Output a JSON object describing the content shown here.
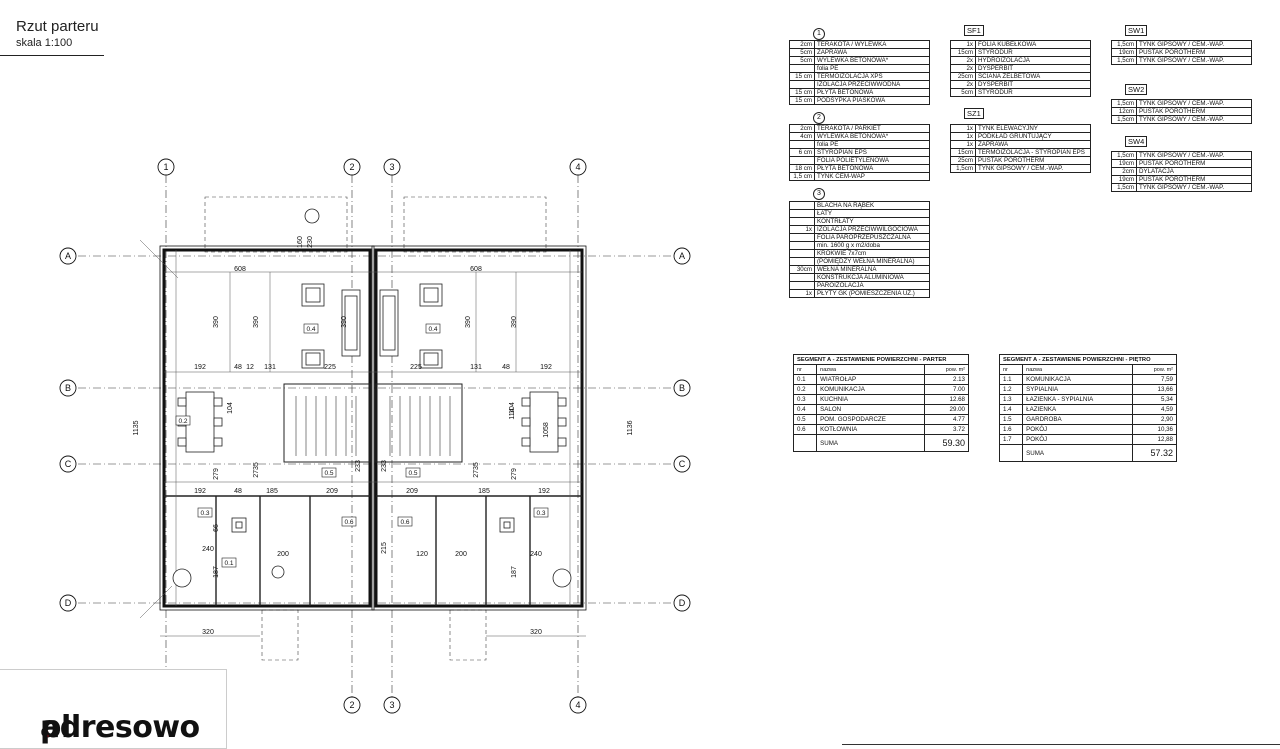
{
  "title": {
    "main": "Rzut parteru",
    "scale": "skala 1:100"
  },
  "logo": {
    "brand": "adresowo",
    "dot": ".",
    "tld": "pl"
  },
  "axes": {
    "letters": [
      "A",
      "B",
      "C",
      "D"
    ],
    "numbers": [
      "1",
      "2",
      "3",
      "4"
    ],
    "dims": {
      "top_width": "608",
      "room_h": "390",
      "w192": "192",
      "w48": "48",
      "w12": "12",
      "w131": "131",
      "w225": "225",
      "w104": "104",
      "w279": "279",
      "w2735": "2735",
      "w185": "185",
      "w209": "209",
      "w66": "66",
      "w240": "240",
      "w187": "187",
      "w320": "320",
      "w200": "200",
      "w120": "120",
      "w215": "215",
      "w233": "233",
      "w1136": "1136",
      "w1058": "1058",
      "w1135": "1135",
      "w160": "160",
      "w230": "230",
      "w114": "114"
    },
    "rooms": [
      "0.1",
      "0.2",
      "0.3",
      "0.4",
      "0.5",
      "0.6"
    ]
  },
  "spec1": {
    "num": "1",
    "rows": [
      {
        "q": "2cm",
        "v": "TERAKOTA / WYLEWKA"
      },
      {
        "q": "5cm",
        "v": "ZAPRAWA"
      },
      {
        "q": "5cm",
        "v": "WYLEWKA BETONOWA*"
      },
      {
        "q": "",
        "v": "folia PE"
      },
      {
        "q": "15 cm",
        "v": "TERMOIZOLACJA XPS"
      },
      {
        "q": "",
        "v": "IZOLACJA PRZECIWWODNA"
      },
      {
        "q": "15 cm",
        "v": "PŁYTA BETONOWA"
      },
      {
        "q": "15 cm",
        "v": "PODSYPKA PIASKOWA"
      }
    ]
  },
  "spec2": {
    "num": "2",
    "rows": [
      {
        "q": "2cm",
        "v": "TERAKOTA / PARKIET"
      },
      {
        "q": "4cm",
        "v": "WYLEWKA BETONOWA*"
      },
      {
        "q": "",
        "v": "folia PE"
      },
      {
        "q": "6 cm",
        "v": "STYROPIAN EPS"
      },
      {
        "q": "",
        "v": "FOLIA POLIETYLENOWA"
      },
      {
        "q": "18 cm",
        "v": "PŁYTA BETONOWA"
      },
      {
        "q": "1,5 cm",
        "v": "TYNK CEM-WAP"
      }
    ]
  },
  "spec3": {
    "num": "3",
    "rows": [
      {
        "q": "",
        "v": "BLACHA NA RĄBEK"
      },
      {
        "q": "",
        "v": "ŁATY"
      },
      {
        "q": "",
        "v": "KONTRŁATY"
      },
      {
        "q": "1x",
        "v": "IZOLACJA PRZECIWWILGOCIOWA"
      },
      {
        "q": "",
        "v": "FOLIA PAROPRZEPUSZCZALNA"
      },
      {
        "q": "",
        "v": "min. 1600 g x m2/doba"
      },
      {
        "q": "",
        "v": "KROKWIE 7x7cm"
      },
      {
        "q": "",
        "v": "(POMIĘDZY WEŁNA MINERALNA)"
      },
      {
        "q": "30cm",
        "v": "WEŁNA MINERALNA"
      },
      {
        "q": "",
        "v": "KONSTRUKCJA ALUMINIOWA"
      },
      {
        "q": "",
        "v": "PAROIZOLACJA"
      },
      {
        "q": "1x",
        "v": "PŁYTY GK (POMIESZCZENIA UŻ.)"
      }
    ]
  },
  "sf1": {
    "tag": "SF1",
    "rows": [
      {
        "q": "1x",
        "v": "FOLIA KUBEŁKOWA"
      },
      {
        "q": "15cm",
        "v": "STYRODUR"
      },
      {
        "q": "2x",
        "v": "HYDROIZOLACJA"
      },
      {
        "q": "2x",
        "v": "DYSPERBIT"
      },
      {
        "q": "25cm",
        "v": "ŚCIANA ŻELBETOWA"
      },
      {
        "q": "2x",
        "v": "DYSPERBIT"
      },
      {
        "q": "5cm",
        "v": "STYRODUR"
      }
    ]
  },
  "sz1": {
    "tag": "SZ1",
    "rows": [
      {
        "q": "1x",
        "v": "TYNK ELEWACYJNY"
      },
      {
        "q": "1x",
        "v": "PODKŁAD GRUNTUJĄCY"
      },
      {
        "q": "1x",
        "v": "ZAPRAWA"
      },
      {
        "q": "15cm",
        "v": "TERMOIZOLACJA - STYROPIAN EPS"
      },
      {
        "q": "25cm",
        "v": "PUSTAK POROTHERM"
      },
      {
        "q": "1,5cm",
        "v": "TYNK GIPSOWY / CEM.-WAP."
      }
    ]
  },
  "sw1": {
    "tag": "SW1",
    "rows": [
      {
        "q": "1,5cm",
        "v": "TYNK GIPSOWY / CEM.-WAP."
      },
      {
        "q": "19cm",
        "v": "PUSTAK POROTHERM"
      },
      {
        "q": "1,5cm",
        "v": "TYNK GIPSOWY / CEM.-WAP."
      }
    ]
  },
  "sw2": {
    "tag": "SW2",
    "rows": [
      {
        "q": "1,5cm",
        "v": "TYNK GIPSOWY / CEM.-WAP."
      },
      {
        "q": "12cm",
        "v": "PUSTAK POROTHERM"
      },
      {
        "q": "1,5cm",
        "v": "TYNK GIPSOWY / CEM.-WAP."
      }
    ]
  },
  "sw4": {
    "tag": "SW4",
    "rows": [
      {
        "q": "1,5cm",
        "v": "TYNK GIPSOWY / CEM.-WAP."
      },
      {
        "q": "19cm",
        "v": "PUSTAK POROTHERM"
      },
      {
        "q": "2cm",
        "v": "DYLATACJA"
      },
      {
        "q": "19cm",
        "v": "PUSTAK POROTHERM"
      },
      {
        "q": "1,5cm",
        "v": "TYNK GIPSOWY / CEM.-WAP."
      }
    ]
  },
  "parter": {
    "heading": "SEGMENT A - ZESTAWIENIE POWIERZCHNI - PARTER",
    "col_nr": "nr",
    "col_name": "nazwa",
    "col_area": "pow. m²",
    "rows": [
      {
        "nr": "0.1",
        "name": "WIATROŁAP",
        "area": "2.13"
      },
      {
        "nr": "0.2",
        "name": "KOMUNIKACJA",
        "area": "7.00"
      },
      {
        "nr": "0.3",
        "name": "KUCHNIA",
        "area": "12.68"
      },
      {
        "nr": "0.4",
        "name": "SALON",
        "area": "29.00"
      },
      {
        "nr": "0.5",
        "name": "POM. GOSPODARCZE",
        "area": "4.77"
      },
      {
        "nr": "0.6",
        "name": "KOTŁOWNIA",
        "area": "3.72"
      }
    ],
    "sum_label": "SUMA",
    "sum": "59.30"
  },
  "pietro": {
    "heading": "SEGMENT A - ZESTAWIENIE POWIERZCHNI - PIĘTRO",
    "col_nr": "nr",
    "col_name": "nazwa",
    "col_area": "pow. m²",
    "rows": [
      {
        "nr": "1.1",
        "name": "KOMUNIKACJA",
        "area": "7,59"
      },
      {
        "nr": "1.2",
        "name": "SYPIALNIA",
        "area": "13,66"
      },
      {
        "nr": "1.3",
        "name": "ŁAZIENKA - SYPIALNIA",
        "area": "5,34"
      },
      {
        "nr": "1.4",
        "name": "ŁAZIENKA",
        "area": "4,59"
      },
      {
        "nr": "1.5",
        "name": "GARDROBA",
        "area": "2,90"
      },
      {
        "nr": "1.6",
        "name": "POKÓJ",
        "area": "10,36"
      },
      {
        "nr": "1.7",
        "name": "POKÓJ",
        "area": "12,88"
      }
    ],
    "sum_label": "SUMA",
    "sum": "57.32"
  }
}
